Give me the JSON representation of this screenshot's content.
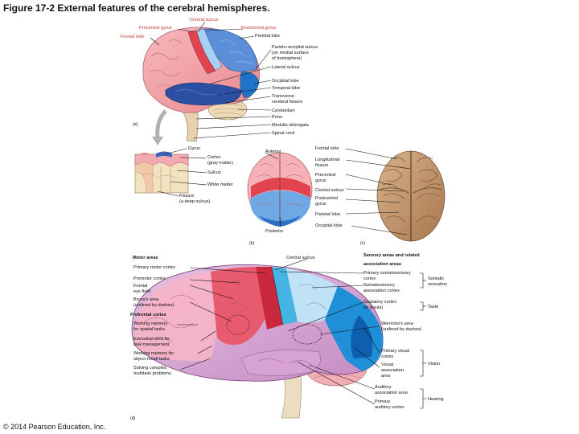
{
  "title": "Figure 17-2  External features of the cerebral hemispheres.",
  "copyright": "© 2014 Pearson Education, Inc.",
  "panel_a": {
    "tag": "(a)",
    "central_sulcus": "Central sulcus",
    "precentral_gyrus": "Precentral gyrus",
    "postcentral_gyrus": "Postcentral gyrus",
    "frontal_lobe": "Frontal lobe",
    "parietal_lobe": "Parietal lobe",
    "parieto_occipital_1": "Parieto-occipital sulcus",
    "parieto_occipital_2": "(on medial surface",
    "parieto_occipital_3": "of hemisphere)",
    "lateral_sulcus": "Lateral sulcus",
    "occipital_lobe": "Occipital lobe",
    "temporal_lobe": "Temporal lobe",
    "transverse_1": "Transverse",
    "transverse_2": "cerebral fissure",
    "cerebellum": "Cerebellum",
    "pons": "Pons",
    "medulla": "Medulla oblongata",
    "spinal_cord": "Spinal cord"
  },
  "panel_b": {
    "tag": "(b)",
    "gyrus": "Gyrus",
    "cortex_1": "Cortex",
    "cortex_2": "(gray matter)",
    "sulcus": "Sulcus",
    "white_matter": "White matter",
    "fissure_1": "Fissure",
    "fissure_2": "(a deep sulcus)",
    "anterior": "Anterior",
    "posterior": "Posterior"
  },
  "panel_c": {
    "tag": "(c)",
    "frontal_lobe": "Frontal lobe",
    "longitudinal_1": "Longitudinal",
    "longitudinal_2": "fissure",
    "precentral_1": "Precentral",
    "precentral_2": "gyrus",
    "central_sulcus": "Central sulcus",
    "postcentral_1": "Postcentral",
    "postcentral_2": "gyrus",
    "parietal_lobe": "Parietal lobe",
    "occipital_lobe": "Occipital lobe"
  },
  "panel_d": {
    "tag": "(d)",
    "motor_areas": "Motor areas",
    "central_sulcus": "Central sulcus",
    "sensory_1": "Sensory areas and related",
    "sensory_2": "association areas",
    "primary_motor": "Primary motor cortex",
    "premotor": "Premotor cortex",
    "frontal_eye_1": "Frontal",
    "frontal_eye_2": "eye field",
    "broca_1": "Broca's area",
    "broca_2": "(outlined by dashes)",
    "prefrontal": "Prefrontal cortex",
    "working_spatial_1": "Working memory",
    "working_spatial_2": "for spatial tasks",
    "executive_1": "Executive area for",
    "executive_2": "task management",
    "working_object_1": "Working memory for",
    "working_object_2": "object-recall tasks",
    "solving_1": "Solving complex,",
    "solving_2": "multitask problems",
    "primary_somato_1": "Primary somatosensory",
    "primary_somato_2": "cortex",
    "somato_assoc_1": "Somatosensory",
    "somato_assoc_2": "association cortex",
    "somatic_1": "Somatic",
    "somatic_2": "sensation",
    "gustatory_1": "Gustatory cortex",
    "gustatory_2": "(in insula)",
    "taste": "Taste",
    "wernicke_1": "Wernicke's area",
    "wernicke_2": "(outlined by dashes)",
    "primary_visual_1": "Primary visual",
    "primary_visual_2": "cortex",
    "visual_assoc_1": "Visual",
    "visual_assoc_2": "association",
    "visual_assoc_3": "area",
    "vision": "Vision",
    "auditory_assoc_1": "Auditory",
    "auditory_assoc_2": "association area",
    "primary_auditory_1": "Primary",
    "primary_auditory_2": "auditory cortex",
    "hearing": "Hearing"
  }
}
